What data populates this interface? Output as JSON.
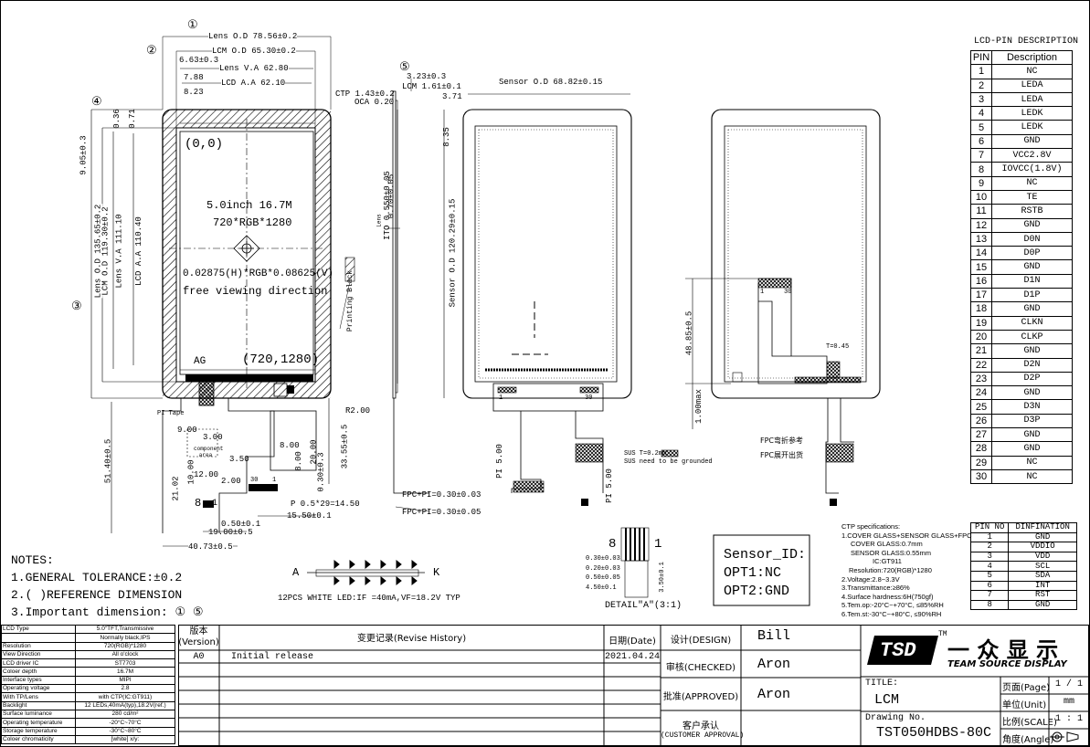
{
  "pin_table": {
    "title": "LCD-PIN DESCRIPTION",
    "headers": [
      "PIN",
      "Description"
    ],
    "rows": [
      [
        "1",
        "NC"
      ],
      [
        "2",
        "LEDA"
      ],
      [
        "3",
        "LEDA"
      ],
      [
        "4",
        "LEDK"
      ],
      [
        "5",
        "LEDK"
      ],
      [
        "6",
        "GND"
      ],
      [
        "7",
        "VCC2.8V"
      ],
      [
        "8",
        "IOVCC(1.8V)"
      ],
      [
        "9",
        "NC"
      ],
      [
        "10",
        "TE"
      ],
      [
        "11",
        "RSTB"
      ],
      [
        "12",
        "GND"
      ],
      [
        "13",
        "D0N"
      ],
      [
        "14",
        "D0P"
      ],
      [
        "15",
        "GND"
      ],
      [
        "16",
        "D1N"
      ],
      [
        "17",
        "D1P"
      ],
      [
        "18",
        "GND"
      ],
      [
        "19",
        "CLKN"
      ],
      [
        "20",
        "CLKP"
      ],
      [
        "21",
        "GND"
      ],
      [
        "22",
        "D2N"
      ],
      [
        "23",
        "D2P"
      ],
      [
        "24",
        "GND"
      ],
      [
        "25",
        "D3N"
      ],
      [
        "26",
        "D3P"
      ],
      [
        "27",
        "GND"
      ],
      [
        "28",
        "GND"
      ],
      [
        "29",
        "NC"
      ],
      [
        "30",
        "NC"
      ]
    ]
  },
  "ctp_table": {
    "headers": [
      "PIN NO",
      "DINFINATION"
    ],
    "rows": [
      [
        "1",
        "GND"
      ],
      [
        "2",
        "VDDIO"
      ],
      [
        "3",
        "VDD"
      ],
      [
        "4",
        "SCL"
      ],
      [
        "5",
        "SDA"
      ],
      [
        "6",
        "INT"
      ],
      [
        "7",
        "RST"
      ],
      [
        "8",
        "GND"
      ]
    ]
  },
  "spec_table": [
    [
      "LCD Type",
      "5.0\"TFT,Transmissive"
    ],
    [
      "",
      "Normally black,IPS"
    ],
    [
      "Resolution",
      "720(RGB)*1280"
    ],
    [
      "View Direction",
      "All o'clock"
    ],
    [
      "LCD driver IC",
      "ST7703"
    ],
    [
      "Coloer depth",
      "16.7M"
    ],
    [
      "Interface types",
      "MIPI"
    ],
    [
      "Operating voltage",
      "2.8"
    ],
    [
      "With TP/Lens",
      "with CTP(IC:GT911)"
    ],
    [
      "Backlight",
      "12 LEDs,40mA(typ),18.2V(ref.)"
    ],
    [
      "Surface luminance",
      "280 cd/m²"
    ],
    [
      "Operating temperature",
      "-20°C~70°C"
    ],
    [
      "Storage temperature",
      "-30°C~80°C"
    ],
    [
      "Coloer chromaticity",
      "[white] x/y:"
    ]
  ],
  "notes": {
    "heading": "NOTES:",
    "items": [
      "1.GENERAL TOLERANCE:±0.2",
      "2.( )REFERENCE DIMENSION",
      "3.Important dimension:"
    ],
    "marks": [
      "①",
      "⑤"
    ]
  },
  "sensor_id": [
    "Sensor_ID:",
    "OPT1:NC",
    "OPT2:GND"
  ],
  "ctp_spec": [
    "CTP specifications:",
    "1.COVER GLASS+SENSOR GLASS+FPC",
    "COVER GLASS:0.7mm",
    "SENSOR GLASS:0.55mm",
    "IC:GT911",
    "Resolution:720(RGB)*1280",
    "2.Voltage:2.8~3.3V",
    "3.Transmittance:≥86%",
    "4.Surface hardness:6H(750gf)",
    "5.Tem.op:-20°C~+70°C, ≤85%RH",
    "6.Tem.st:-30°C~+80°C, ≤90%RH"
  ],
  "led_note": "12PCS WHITE LED:IF =40mA,VF=18.2V TYP",
  "led_labels": {
    "a": "A",
    "k": "K"
  },
  "detail_label": "DETAIL\"A\"(3:1)",
  "detail_nums": {
    "left": "8",
    "right": "1"
  },
  "detail_dims": [
    "0.30±0.03",
    "0.20±0.03",
    "0.50±0.05",
    "4.50±0.1",
    "3.50±0.1"
  ],
  "front_view": {
    "circle_marks": [
      "①",
      "②",
      "③",
      "④",
      "⑤"
    ],
    "top_dims": [
      "Lens O.D 78.56±0.2",
      "LCM O.D 65.30±0.2",
      "6.63±0.3",
      "Lens V.A 62.80",
      "7.88",
      "LCD A.A 62.10",
      "8.23"
    ],
    "left_dims": [
      "Lens O.D 135.65±0.2",
      "LCM O.D 119.30±0.2",
      "Lens V.A 111.10",
      "LCD A.A 110.40"
    ],
    "small_dims": [
      "0.36",
      "0.71",
      "9.05±0.3"
    ],
    "screen_texts": [
      "(0,0)",
      "5.0inch 16.7M",
      "720*RGB*1280",
      "0.02875(H)*RGB*0.08625(V)",
      "free viewing direction",
      "AG",
      "(720,1280)"
    ],
    "printing_black": "Printing Black",
    "r_label": "R2.00",
    "pi_tape": "PI Tape",
    "component_area": "component area",
    "bottom_dims": [
      "9.00",
      "3.00",
      "10.00",
      "12.00",
      "21.02",
      "3.50",
      "2.00",
      "30",
      "1",
      "8",
      "1",
      "8.00",
      "20.00",
      "8.00",
      "0.30±0.3",
      "33.55±0.5",
      "P 0.5*29=14.50",
      "15.50±0.1",
      "0.50±0.1",
      "19.00±0.5",
      "40.73±0.5",
      "51.40±0.5"
    ]
  },
  "side_view": {
    "dims": [
      "3.23±0.3",
      "LCM 1.61±0.1",
      "CTP 1.43±0.2",
      "OCA 0.20",
      "ITO 0.550±0.05",
      "0.70±0.05",
      "Lens",
      "FPC+PI=0.30±0.03",
      "FPC+PI=0.30±0.05"
    ]
  },
  "sensor_view": {
    "dims": [
      "3.71",
      "Sensor O.D 68.82±0.15",
      "8.35",
      "Sensor O.D 120.29±0.15",
      "PI 5.00",
      "PI 5.00",
      "1",
      "30"
    ],
    "sus_note": [
      "SUS T=0.2mm",
      "SUS need to be grounded"
    ]
  },
  "back_view": {
    "dims": [
      "48.85±0.5",
      "1.00max",
      "1",
      "30",
      "T=0.45"
    ],
    "fpc_notes": [
      "FPC弯折参考",
      "FPC展开出货"
    ]
  },
  "title_block": {
    "version_label": "版本\n(Version)",
    "revise_label": "变更记录(Revise History)",
    "date_label": "日期(Date)",
    "rows": [
      {
        "version": "A0",
        "history": "Initial release",
        "date": "2021.04.24"
      }
    ],
    "design_label": "设计(DESIGN)",
    "design_name": "Bill",
    "checked_label": "审核(CHECKED)",
    "checked_name": "Aron",
    "approved_label": "批准(APPROVED)",
    "approved_name": "Aron",
    "customer_label": "客户承认",
    "customer_label_en": "(CUSTOMER APPROVAL)",
    "logo_text": "TSD",
    "logo_tm": "TM",
    "company_cn": "一 众 显 示",
    "company_en": "TEAM SOURCE DISPLAY",
    "title_label": "TITLE:",
    "title_value": "LCM",
    "drawing_no_label": "Drawing No.",
    "drawing_no": "TST050HDBS-80C",
    "page_label": "页面(Page)",
    "page_value": "1 / 1",
    "unit_label": "单位(Unit)",
    "unit_value": "mm",
    "scale_label": "比例(SCALE)",
    "scale_value": "1 : 1",
    "angle_label": "角度(Angle)"
  }
}
